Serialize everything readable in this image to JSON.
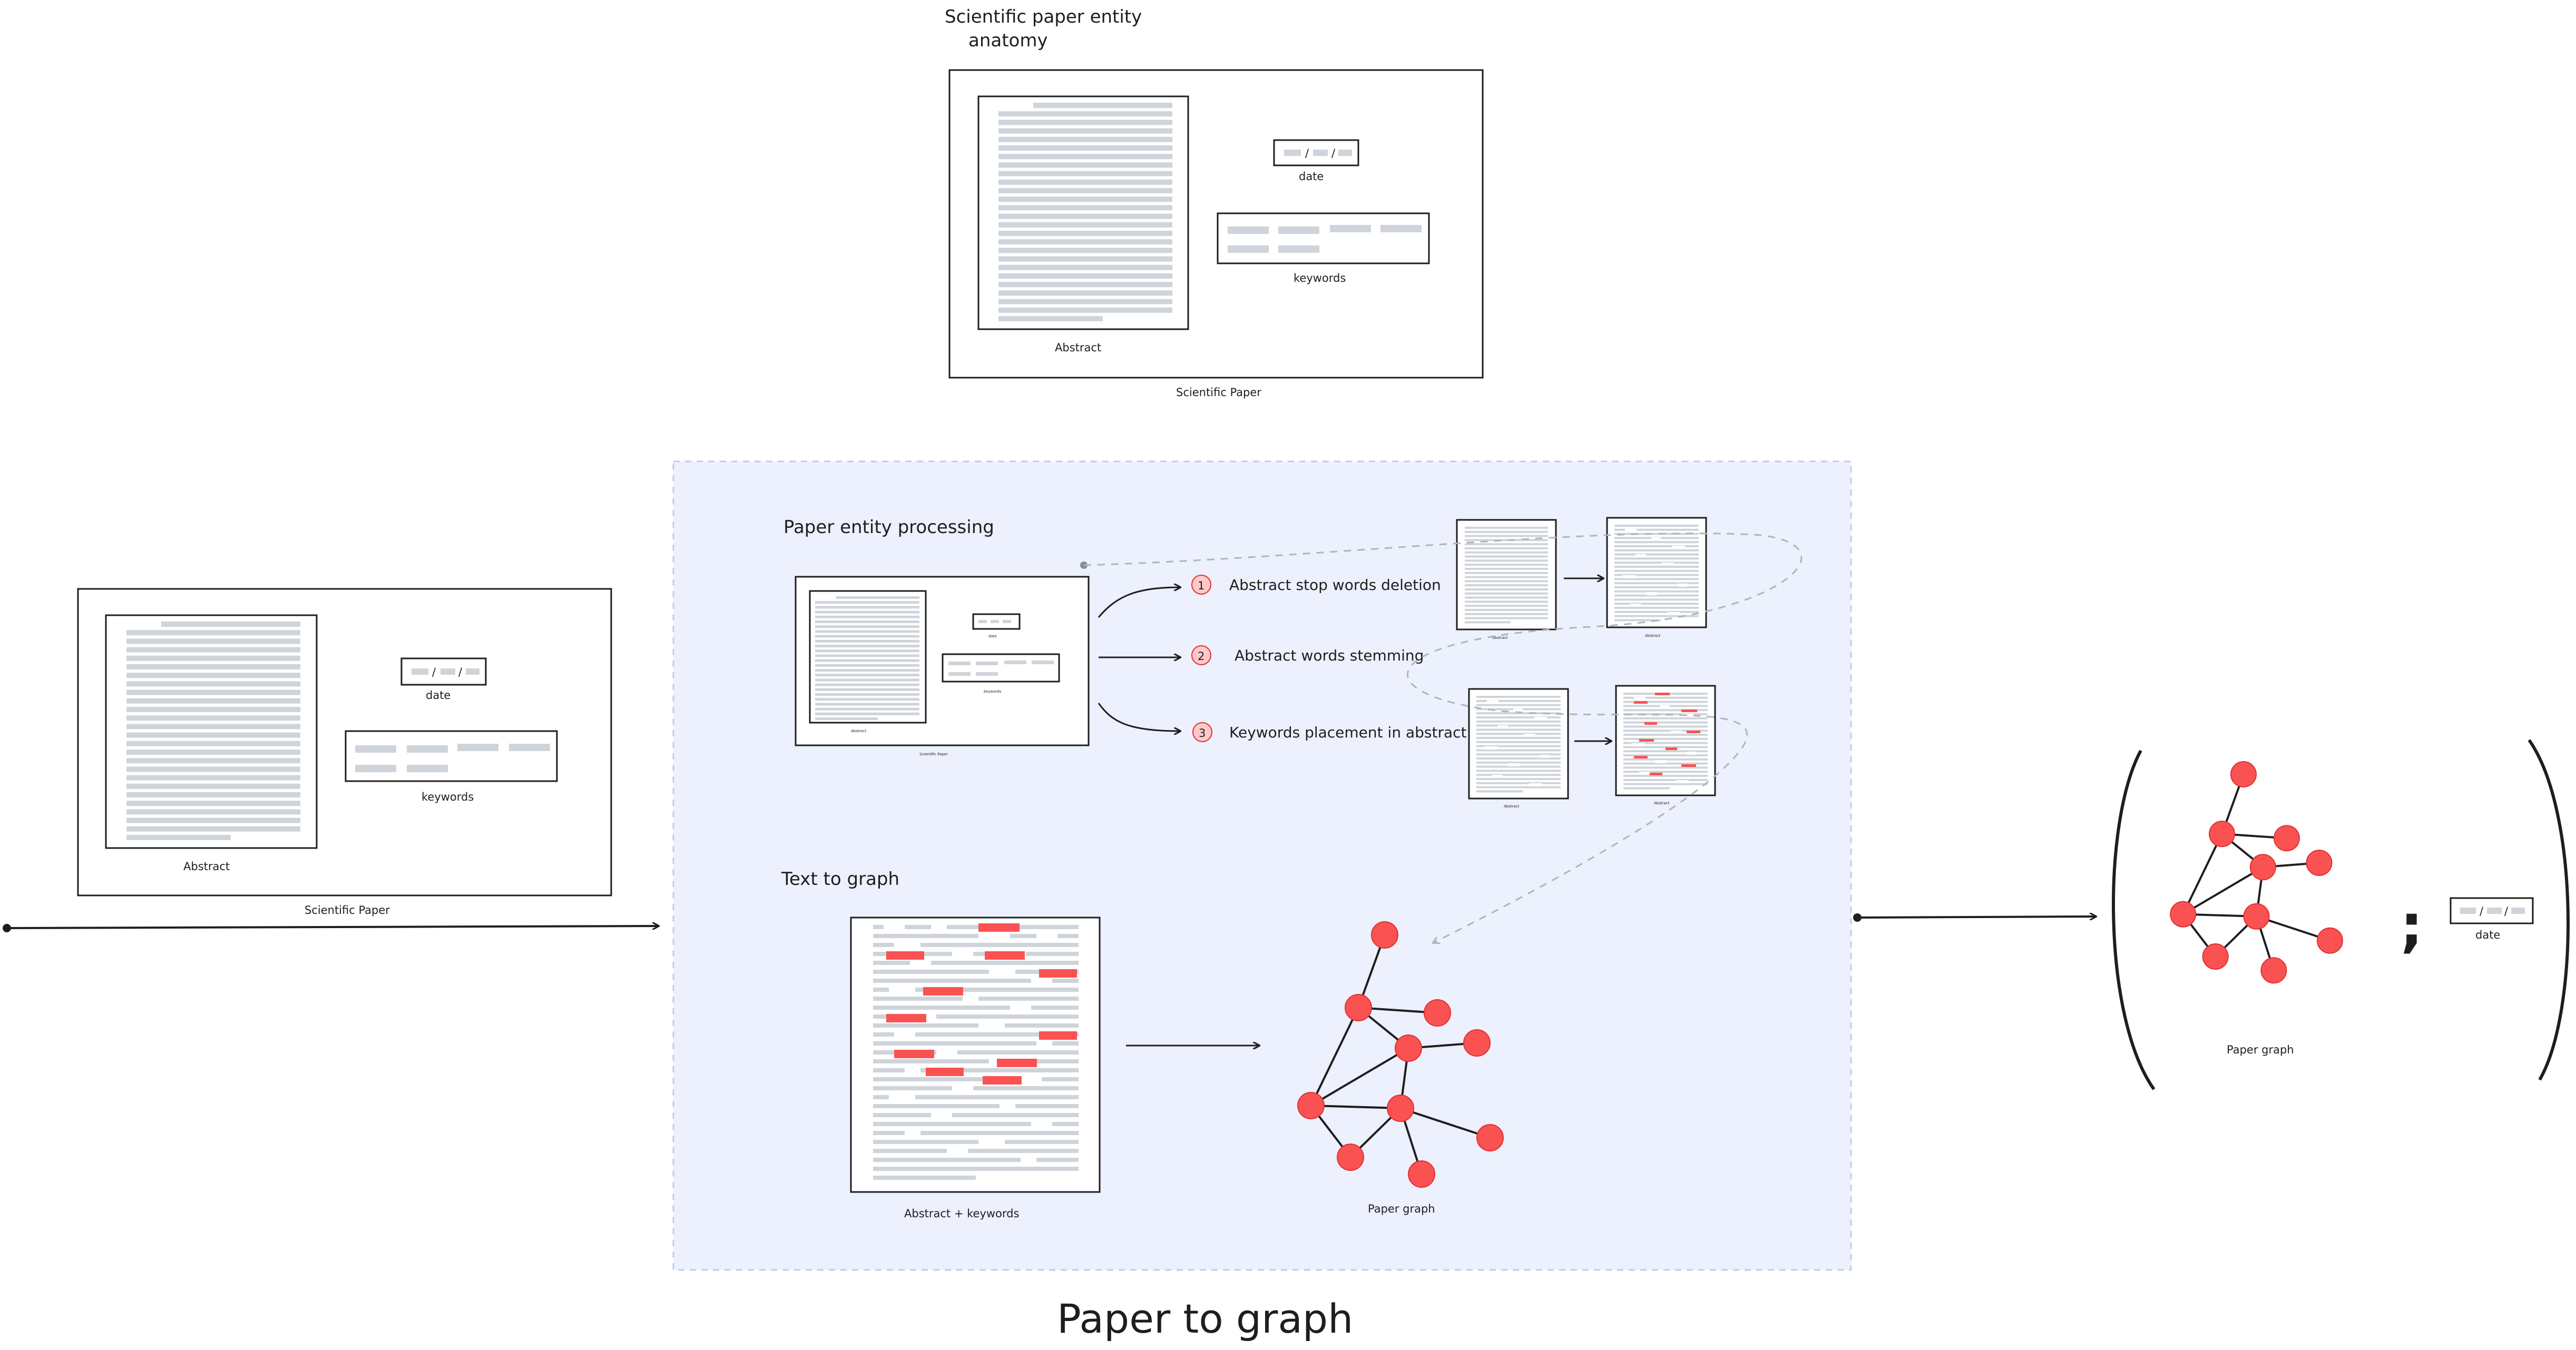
{
  "anatomy": {
    "title_line1": "Scientific paper entity",
    "title_line2": "anatomy",
    "abstract_label": "Abstract",
    "date_label": "date",
    "keywords_label": "keywords",
    "paper_label": "Scientific Paper"
  },
  "input_paper": {
    "abstract_label": "Abstract",
    "date_label": "date",
    "keywords_label": "keywords",
    "paper_label": "Scientific Paper"
  },
  "processing": {
    "title": "Paper entity  processing",
    "mini_paper_label": "Scientific Paper",
    "mini_abstract_label": "Abstract",
    "mini_date_label": "date",
    "mini_keywords_label": "keywords",
    "steps": [
      {
        "number": "1",
        "label": "Abstract stop words deletion"
      },
      {
        "number": "2",
        "label": "Abstract words stemming"
      },
      {
        "number": "3",
        "label": "Keywords placement in abstract"
      }
    ],
    "thumb_label": "Abstract"
  },
  "text_to_graph": {
    "title": "Text to graph",
    "doc_label": "Abstract + keywords",
    "graph_label": "Paper graph"
  },
  "output": {
    "separator": ";",
    "graph_label": "Paper graph",
    "date_label": "date"
  },
  "footer": {
    "title": "Paper to graph"
  },
  "colors": {
    "panel_fill": "#edf0fd",
    "node_fill": "#fa5252",
    "text_line": "#ced4da",
    "stroke": "#1e1e1e"
  }
}
